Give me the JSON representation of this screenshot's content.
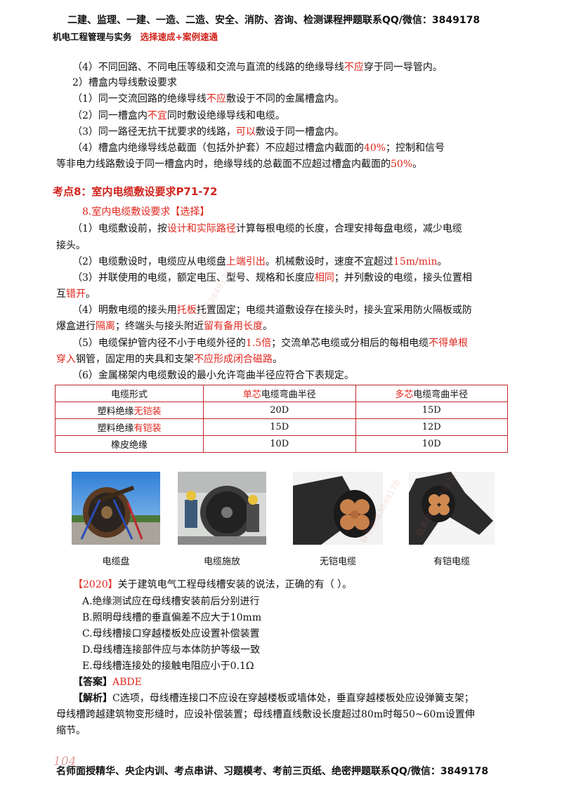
{
  "header": {
    "top_banner": "二建、监理、一建、一造、二造、安全、消防、咨询、检测课程押题联系QQ/微信：3849178",
    "subject": "机电工程管理与实务",
    "subject_tag": "选择速成+案例速通"
  },
  "conduit": {
    "l1": "（4）不同回路、不同电压等级和交流与直流的线路的绝缘导线",
    "l1_red": "不应",
    "l1_end": "穿于同一导管内。",
    "l2": "2）槽盒内导线敷设要求",
    "l3": "（1）同一交流回路的绝缘导线",
    "l3_red": "不应",
    "l3_end": "敷设于不同的金属槽盒内。",
    "l4": "（2）同一槽盒内",
    "l4_red": "不宜",
    "l4_end": "同时敷设绝缘导线和电缆。",
    "l5": "（3）同一路径无抗干扰要求的线路，",
    "l5_red": "可以",
    "l5_end": "敷设于同一槽盒内。",
    "l6": "（4）槽盒内绝缘导线总截面（包括外护套）不应超过槽盒内截面的",
    "l6_red": "40%",
    "l6_end": "；控制和信号",
    "l7": "等非电力线路敷设于同一槽盒内时，绝缘导线的总截面不应超过槽盒内截面的",
    "l7_red": "50%",
    "l7_end": "。"
  },
  "section": {
    "heading": "考点8：室内电缆敷设要求P71-72",
    "subheading": "8.室内电缆敷设要求【选择】",
    "p1a": "（1）电缆敷设前，按",
    "p1a_red": "设计和实际路径",
    "p1a_end": "计算每根电缆的长度，合理安排每盘电缆，减少电缆",
    "p1b": "接头。",
    "p2": "（2）电缆敷设时，电缆应从电缆盘",
    "p2_red": "上端引出",
    "p2_mid": "。机械敷设时，速度不宜超过",
    "p2_red2": "15m/min",
    "p2_end": "。",
    "p3a": "（3）并联使用的电缆，额定电压、型号、规格和长度应",
    "p3a_red": "相同",
    "p3a_end": "；并列敷设的电缆，接头位置相",
    "p3b": "互",
    "p3b_red": "错开",
    "p3b_end": "。",
    "p4a": "（4）明敷电缆的接头用",
    "p4a_red": "托板",
    "p4a_end": "托置固定；电缆共道敷设存在接头时，接头宜采用防火隔板或防",
    "p4b": "爆盒进行",
    "p4b_red": "隔离",
    "p4b_mid": "；终端头与接头附近",
    "p4b_red2": "留有备用长度",
    "p4b_end": "。",
    "p5a": "（5）电缆保护管内径不小于电缆外径的",
    "p5a_red": "1.5倍",
    "p5a_mid": "；交流单芯电缆或分相后的每相电缆",
    "p5a_red2": "不得单根",
    "p5b_red": "穿入",
    "p5b": "钢管，固定用的夹具和支架",
    "p5b_red2": "不应形成闭合磁路",
    "p5b_end": "。",
    "p6": "（6）金属梯架内电缆敷设的最小允许弯曲半径应符合下表规定。"
  },
  "table": {
    "h1": "电缆形式",
    "h2_red": "单芯",
    "h2": "电缆弯曲半径",
    "h3_red": "多芯",
    "h3": "电缆弯曲半径",
    "rows": [
      {
        "a": "塑料绝缘",
        "a_red": "无铠装",
        "b": "20D",
        "c": "15D"
      },
      {
        "a": "塑料绝缘",
        "a_red": "有铠装",
        "b": "15D",
        "c": "12D"
      },
      {
        "a": "橡皮绝缘",
        "a_red": "",
        "b": "10D",
        "c": "10D"
      }
    ]
  },
  "images": {
    "cap1": "电缆盘",
    "cap2": "电缆施放",
    "cap3": "无铠电缆",
    "cap4": "有铠电缆"
  },
  "question": {
    "year": "【2020】",
    "stem": "关于建筑电气工程母线槽安装的说法，正确的有（        ）。",
    "A": "A.绝缘测试应在母线槽安装前后分别进行",
    "B": "B.照明母线槽的垂直偏差不应大于10mm",
    "C": "C.母线槽接口穿越楼板处应设置补偿装置",
    "D": "D.母线槽连接部件应与本体防护等级一致",
    "E": "E.母线槽连接处的接触电阻应小于0.1Ω",
    "answer_label": "【答案】",
    "answer": "ABDE",
    "analysis_label": "【解析】",
    "analysis1": "C选项，母线槽连接口不应设在穿越楼板或墙体处，垂直穿越楼板处应设弹簧支架；",
    "analysis2": "母线槽跨越建筑物变形缝时，应设补偿装置；母线槽直线敷设长度超过80m时每50~60m设置伸",
    "analysis3": "缩节。"
  },
  "footer": {
    "page_number": "104",
    "text": "名师面授精华、央企内训、考点串讲、习题模考、考前三页纸、绝密押题联系QQ/微信：3849178"
  },
  "watermark_text": "联系微信3849178"
}
